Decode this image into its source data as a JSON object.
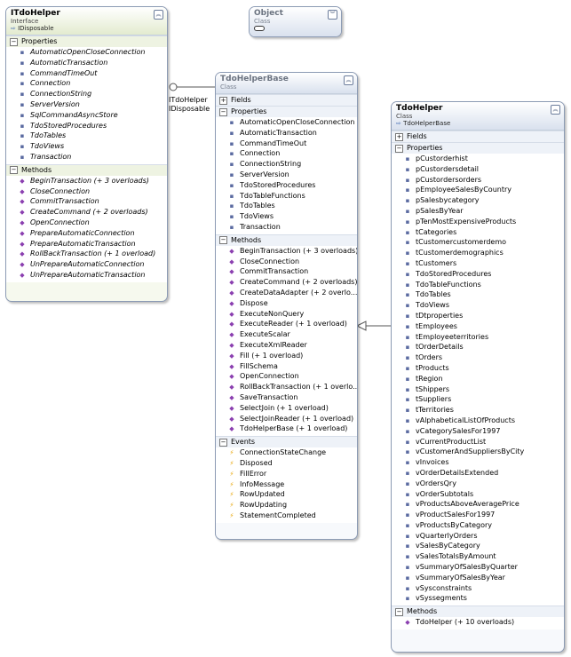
{
  "itdohelper": {
    "title": "ITdoHelper",
    "stereotype": "Interface",
    "base": "IDisposable",
    "properties_label": "Properties",
    "properties": [
      "AutomaticOpenCloseConnection",
      "AutomaticTransaction",
      "CommandTimeOut",
      "Connection",
      "ConnectionString",
      "ServerVersion",
      "SqlCommandAsyncStore",
      "TdoStoredProcedures",
      "TdoTables",
      "TdoViews",
      "Transaction"
    ],
    "methods_label": "Methods",
    "methods": [
      "BeginTransaction (+ 3 overloads)",
      "CloseConnection",
      "CommitTransaction",
      "CreateCommand (+ 2 overloads)",
      "OpenConnection",
      "PrepareAutomaticConnection",
      "PrepareAutomaticTransaction",
      "RollBackTransaction (+ 1 overload)",
      "UnPrepareAutomaticConnection",
      "UnPrepareAutomaticTransaction"
    ]
  },
  "object": {
    "title": "Object",
    "stereotype": "Class"
  },
  "lollipop_labels": [
    "ITdoHelper",
    "IDisposable"
  ],
  "tdohelperbase": {
    "title": "TdoHelperBase",
    "stereotype": "Class",
    "fields_label": "Fields",
    "properties_label": "Properties",
    "properties": [
      "AutomaticOpenCloseConnection",
      "AutomaticTransaction",
      "CommandTimeOut",
      "Connection",
      "ConnectionString",
      "ServerVersion",
      "TdoStoredProcedures",
      "TdoTableFunctions",
      "TdoTables",
      "TdoViews",
      "Transaction"
    ],
    "methods_label": "Methods",
    "methods": [
      "BeginTransaction (+ 3 overloads)",
      "CloseConnection",
      "CommitTransaction",
      "CreateCommand (+ 2 overloads)",
      "CreateDataAdapter (+ 2 overlo...",
      "Dispose",
      "ExecuteNonQuery",
      "ExecuteReader (+ 1 overload)",
      "ExecuteScalar",
      "ExecuteXmlReader",
      "Fill (+ 1 overload)",
      "FillSchema",
      "OpenConnection",
      "RollBackTransaction (+ 1 overlo...",
      "SaveTransaction",
      "SelectJoin (+ 1 overload)",
      "SelectJoinReader (+ 1 overload)",
      "TdoHelperBase (+ 1 overload)"
    ],
    "events_label": "Events",
    "events": [
      "ConnectionStateChange",
      "Disposed",
      "FillError",
      "InfoMessage",
      "RowUpdated",
      "RowUpdating",
      "StatementCompleted"
    ]
  },
  "tdohelper": {
    "title": "TdoHelper",
    "stereotype": "Class",
    "base": "TdoHelperBase",
    "fields_label": "Fields",
    "properties_label": "Properties",
    "properties": [
      "pCustorderhist",
      "pCustordersdetail",
      "pCustordersorders",
      "pEmployeeSalesByCountry",
      "pSalesbycategory",
      "pSalesByYear",
      "pTenMostExpensiveProducts",
      "tCategories",
      "tCustomercustomerdemo",
      "tCustomerdemographics",
      "tCustomers",
      "TdoStoredProcedures",
      "TdoTableFunctions",
      "TdoTables",
      "TdoViews",
      "tDtproperties",
      "tEmployees",
      "tEmployeeterritories",
      "tOrderDetails",
      "tOrders",
      "tProducts",
      "tRegion",
      "tShippers",
      "tSuppliers",
      "tTerritories",
      "vAlphabeticalListOfProducts",
      "vCategorySalesFor1997",
      "vCurrentProductList",
      "vCustomerAndSuppliersByCity",
      "vInvoices",
      "vOrderDetailsExtended",
      "vOrdersQry",
      "vOrderSubtotals",
      "vProductsAboveAveragePrice",
      "vProductSalesFor1997",
      "vProductsByCategory",
      "vQuarterlyOrders",
      "vSalesByCategory",
      "vSalesTotalsByAmount",
      "vSummaryOfSalesByQuarter",
      "vSummaryOfSalesByYear",
      "vSysconstraints",
      "vSyssegments"
    ],
    "methods_label": "Methods",
    "methods": [
      "TdoHelper (+ 10 overloads)"
    ]
  },
  "icons": {
    "collapse": "double-chevron-up-icon",
    "expand": "double-chevron-down-icon",
    "property": "property-icon",
    "method": "method-icon",
    "event": "event-icon"
  }
}
